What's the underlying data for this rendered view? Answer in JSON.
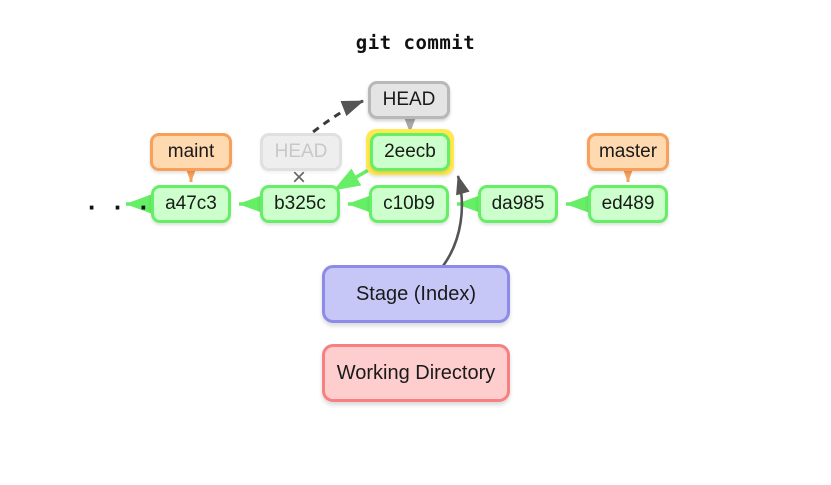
{
  "title": "git commit",
  "diagram": {
    "ellipsis": "· · ·",
    "xmark": "×",
    "commits": [
      {
        "id": "a47c3",
        "label": "a47c3"
      },
      {
        "id": "b325c",
        "label": "b325c"
      },
      {
        "id": "c10b9",
        "label": "c10b9"
      },
      {
        "id": "da985",
        "label": "da985"
      },
      {
        "id": "ed489",
        "label": "ed489"
      },
      {
        "id": "2eecb",
        "label": "2eecb"
      }
    ],
    "branches": [
      {
        "id": "maint",
        "label": "maint"
      },
      {
        "id": "master",
        "label": "master"
      }
    ],
    "head_active": "HEAD",
    "head_ghost": "HEAD",
    "areas": [
      {
        "id": "stage",
        "label": "Stage (Index)"
      },
      {
        "id": "workdir",
        "label": "Working Directory"
      }
    ]
  },
  "colors": {
    "commit_fill": "#ccffcc",
    "commit_border": "#66ee66",
    "branch_fill": "#ffd9b0",
    "branch_border": "#f8a05a",
    "head_fill": "#e4e4e4",
    "head_border": "#b8b8b8",
    "head_ghost_fill": "#eeeeee",
    "head_ghost_text": "#c8c8c8",
    "highlight": "#ffe94d",
    "stage_fill": "#c6c6f7",
    "stage_border": "#8c8ce8",
    "workdir_fill": "#fecdcd",
    "workdir_border": "#f98080",
    "arrow_gray": "#666666",
    "background": "#ffffff"
  }
}
